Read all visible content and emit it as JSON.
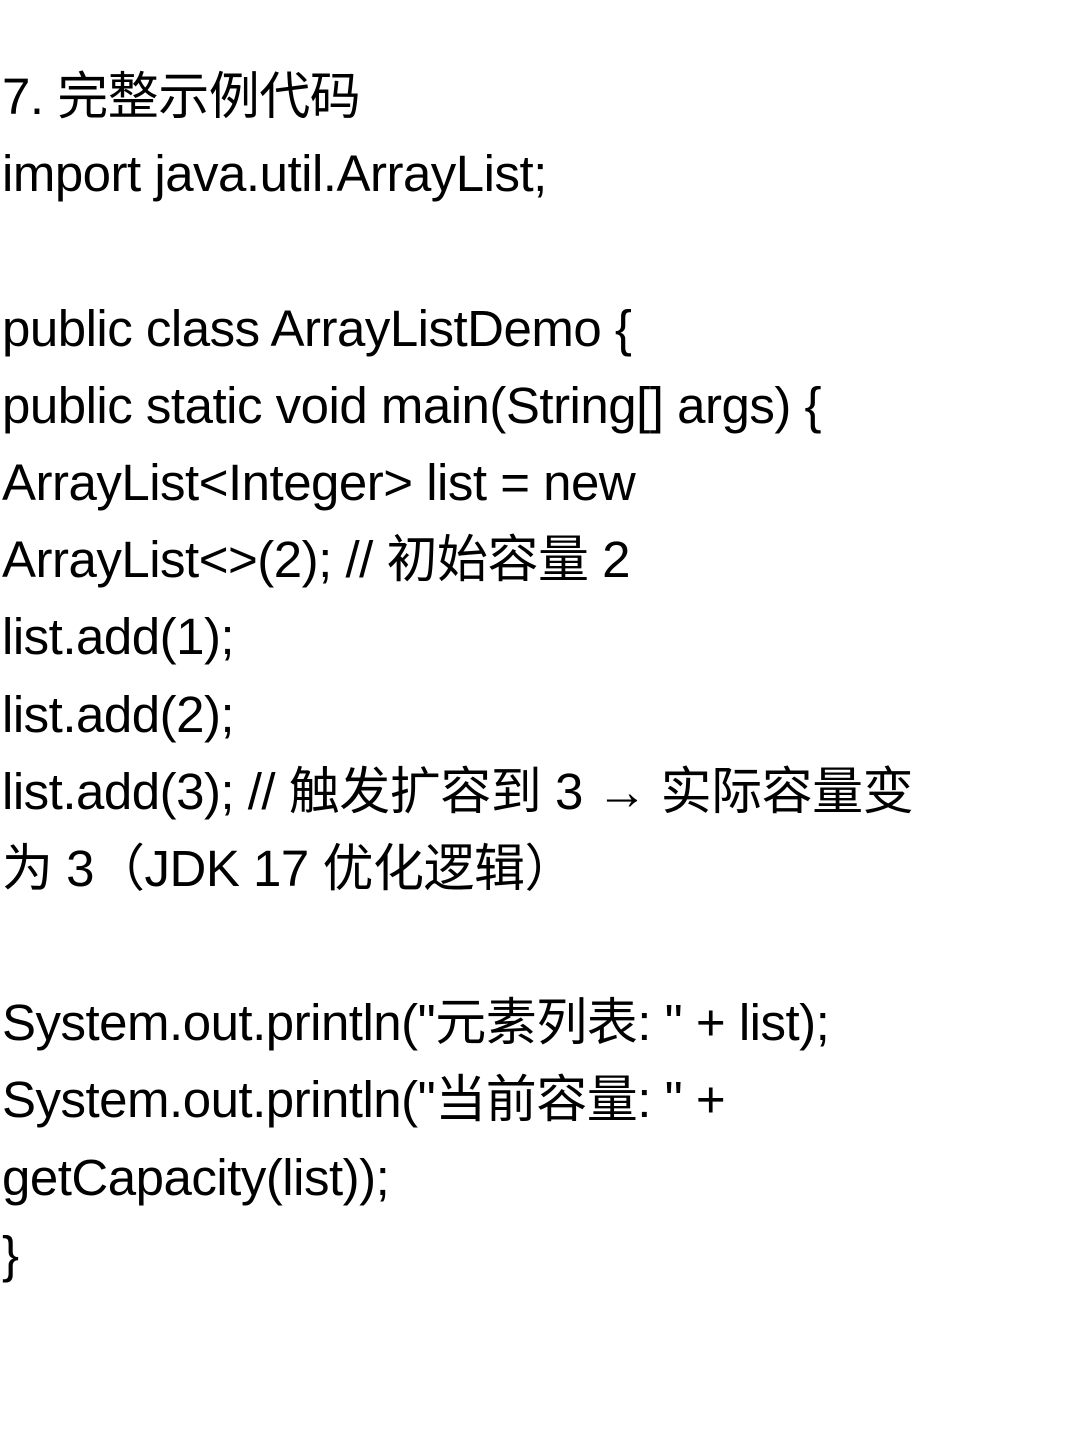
{
  "document": {
    "heading": "7. 完整示例代码",
    "lines": [
      "import java.util.ArrayList;",
      "",
      "public class ArrayListDemo {",
      "public static void main(String[] args) {",
      "ArrayList<Integer> list = new",
      "ArrayList<>(2); // 初始容量 2",
      "list.add(1);",
      "list.add(2);",
      "list.add(3); // 触发扩容到 3 → 实际容量变",
      "为 3（JDK 17 优化逻辑）",
      "",
      "System.out.println(\"元素列表: \" + list);",
      "System.out.println(\"当前容量: \" +",
      "getCapacity(list));",
      "}"
    ]
  }
}
